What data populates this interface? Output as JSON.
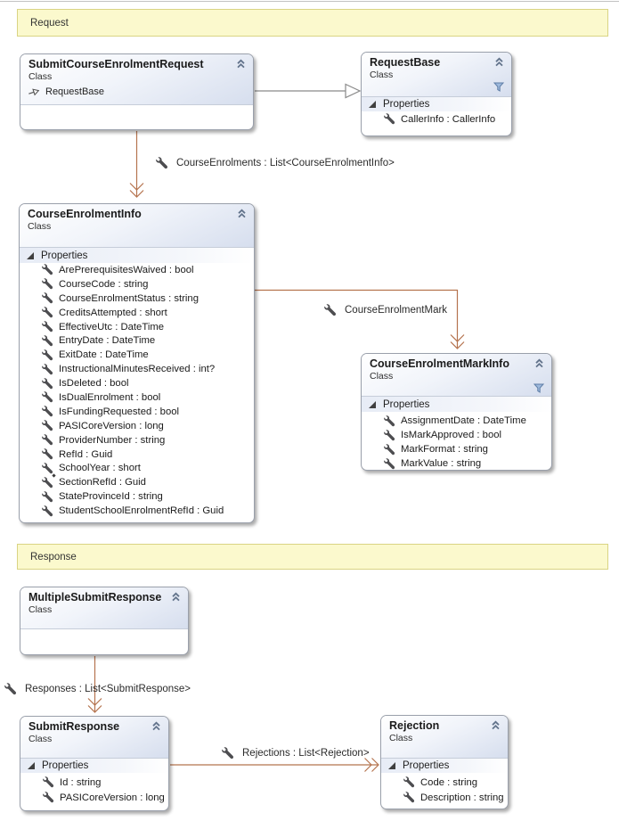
{
  "page": {
    "background": "#ffffff",
    "accent_yellow": "#fbf9cd",
    "association_color": "#b5734e",
    "inheritance_color": "#8a8a8a"
  },
  "sections": {
    "request": {
      "label": "Request"
    },
    "response": {
      "label": "Response"
    }
  },
  "classes": {
    "submit_course_enrolment_request": {
      "title": "SubmitCourseEnrolmentRequest",
      "stereotype": "Class",
      "inherits": "RequestBase"
    },
    "request_base": {
      "title": "RequestBase",
      "stereotype": "Class",
      "group_label": "Properties",
      "members": [
        "CallerInfo : CallerInfo"
      ]
    },
    "course_enrolment_info": {
      "title": "CourseEnrolmentInfo",
      "stereotype": "Class",
      "group_label": "Properties",
      "members": [
        "ArePrerequisitesWaived : bool",
        "CourseCode : string",
        "CourseEnrolmentStatus : string",
        "CreditsAttempted : short",
        "EffectiveUtc : DateTime",
        "EntryDate : DateTime",
        "ExitDate : DateTime",
        "InstructionalMinutesReceived : int?",
        "IsDeleted : bool",
        "IsDualEnrolment : bool",
        "IsFundingRequested : bool",
        "PASICoreVersion : long",
        "ProviderNumber : string",
        "RefId : Guid",
        "SchoolYear : short",
        "SectionRefId : Guid",
        "StateProvinceId : string",
        "StudentSchoolEnrolmentRefId : Guid"
      ]
    },
    "course_enrolment_mark_info": {
      "title": "CourseEnrolmentMarkInfo",
      "stereotype": "Class",
      "group_label": "Properties",
      "members": [
        "AssignmentDate : DateTime",
        "IsMarkApproved : bool",
        "MarkFormat : string",
        "MarkValue : string"
      ]
    },
    "multiple_submit_response": {
      "title": "MultipleSubmitResponse",
      "stereotype": "Class"
    },
    "submit_response": {
      "title": "SubmitResponse",
      "stereotype": "Class",
      "group_label": "Properties",
      "members": [
        "Id : string",
        "PASICoreVersion : long"
      ]
    },
    "rejection": {
      "title": "Rejection",
      "stereotype": "Class",
      "group_label": "Properties",
      "members": [
        "Code : string",
        "Description : string"
      ]
    }
  },
  "associations": {
    "course_enrolments": {
      "label": "CourseEnrolments : List<CourseEnrolmentInfo>",
      "from": "SubmitCourseEnrolmentRequest",
      "to": "CourseEnrolmentInfo",
      "type": "association"
    },
    "course_enrolment_mark": {
      "label": "CourseEnrolmentMark",
      "from": "CourseEnrolmentInfo",
      "to": "CourseEnrolmentMarkInfo",
      "type": "association"
    },
    "responses": {
      "label": "Responses : List<SubmitResponse>",
      "from": "MultipleSubmitResponse",
      "to": "SubmitResponse",
      "type": "association"
    },
    "rejections": {
      "label": "Rejections : List<Rejection>",
      "from": "SubmitResponse",
      "to": "Rejection",
      "type": "association"
    },
    "inheritance": {
      "label": "",
      "from": "SubmitCourseEnrolmentRequest",
      "to": "RequestBase",
      "type": "inheritance"
    }
  },
  "icons": {
    "wrench": "property-wrench-icon",
    "filter": "filter-funnel-icon",
    "collapse": "collapse-chevron-icon",
    "expander": "group-expander-icon",
    "inheritance": "inheritance-arrow-icon"
  }
}
